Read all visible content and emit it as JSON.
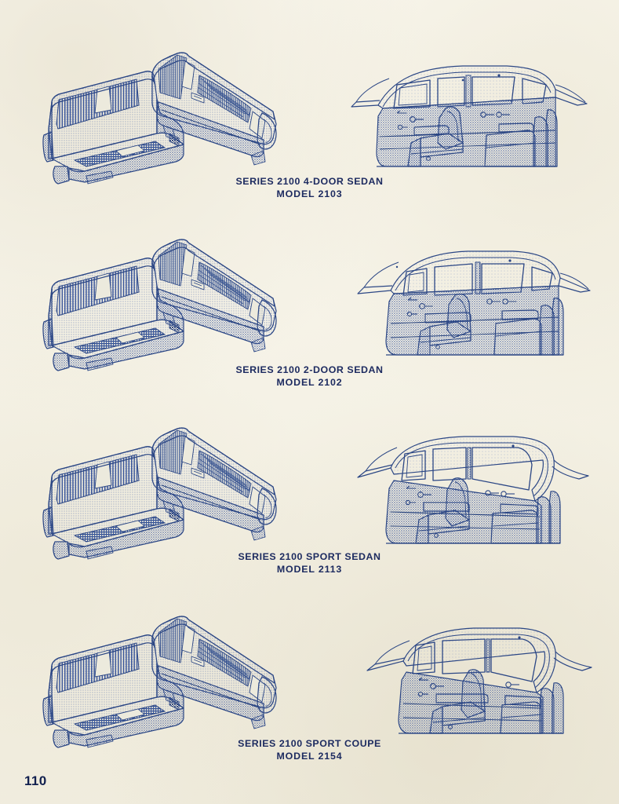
{
  "page": {
    "page_number": "110",
    "paper_color": "#f5f2e6",
    "ink_color": "#2e4a86",
    "text_color": "#1d2b60"
  },
  "figures": [
    {
      "id": "series-2100-4-door-sedan",
      "caption_line1": "SERIES 2100 4-DOOR SEDAN",
      "caption_line2": "MODEL 2103",
      "seat_illustration": "front-and-rear-bench-seats",
      "car_illustration": "four-door-sedan-interior-cutaway"
    },
    {
      "id": "series-2100-2-door-sedan",
      "caption_line1": "SERIES 2100 2-DOOR SEDAN",
      "caption_line2": "MODEL 2102",
      "seat_illustration": "front-and-rear-bench-seats",
      "car_illustration": "two-door-sedan-interior-cutaway"
    },
    {
      "id": "series-2100-sport-sedan",
      "caption_line1": "SERIES 2100 SPORT SEDAN",
      "caption_line2": "MODEL 2113",
      "seat_illustration": "front-and-rear-bench-seats",
      "car_illustration": "sport-sedan-hardtop-interior-cutaway"
    },
    {
      "id": "series-2100-sport-coupe",
      "caption_line1": "SERIES 2100 SPORT COUPE",
      "caption_line2": "MODEL 2154",
      "seat_illustration": "front-and-rear-bench-seats",
      "car_illustration": "sport-coupe-hardtop-interior-cutaway"
    }
  ]
}
